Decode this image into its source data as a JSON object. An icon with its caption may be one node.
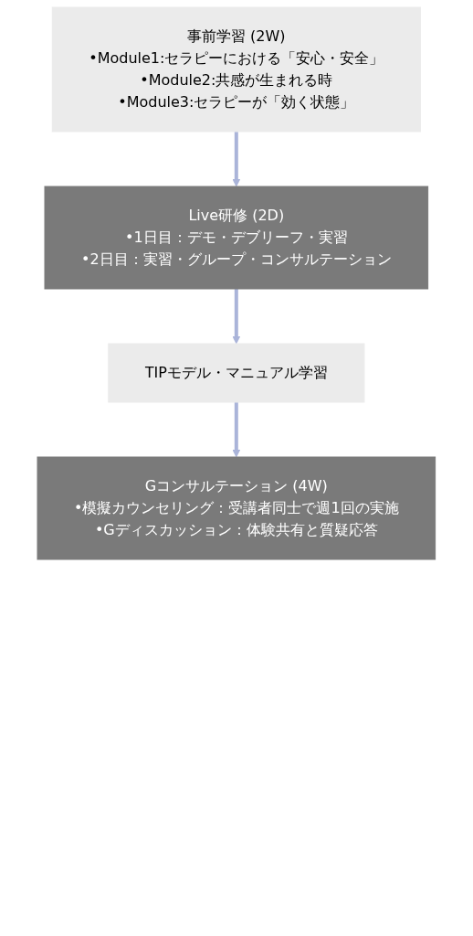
{
  "diagram": {
    "nodes": [
      {
        "text": [
          "事前学習 (2W)",
          "•Module1:セラピーにおける「安心・安全」",
          "•Module2:共感が生まれる時",
          "•Module3:セラピーが「効く状態」"
        ]
      },
      {
        "text": [
          "Live研修 (2D)",
          "•1日目：デモ・デブリーフ・実習",
          "•2日目：実習・グループ・コンサルテーション"
        ]
      },
      {
        "text": [
          "TIPモデル・マニュアル学習"
        ]
      },
      {
        "text": [
          "Gコンサルテーション (4W)",
          "•模擬カウンセリング：受講者同士で週1回の実施",
          "•Gディスカッション：体験共有と質疑応答"
        ]
      }
    ],
    "edges": [
      {
        "from": 0,
        "to": 1,
        "arrow": "to"
      },
      {
        "from": 1,
        "to": 2,
        "arrow": "to"
      },
      {
        "from": 2,
        "to": 3,
        "arrow": "to"
      }
    ]
  }
}
